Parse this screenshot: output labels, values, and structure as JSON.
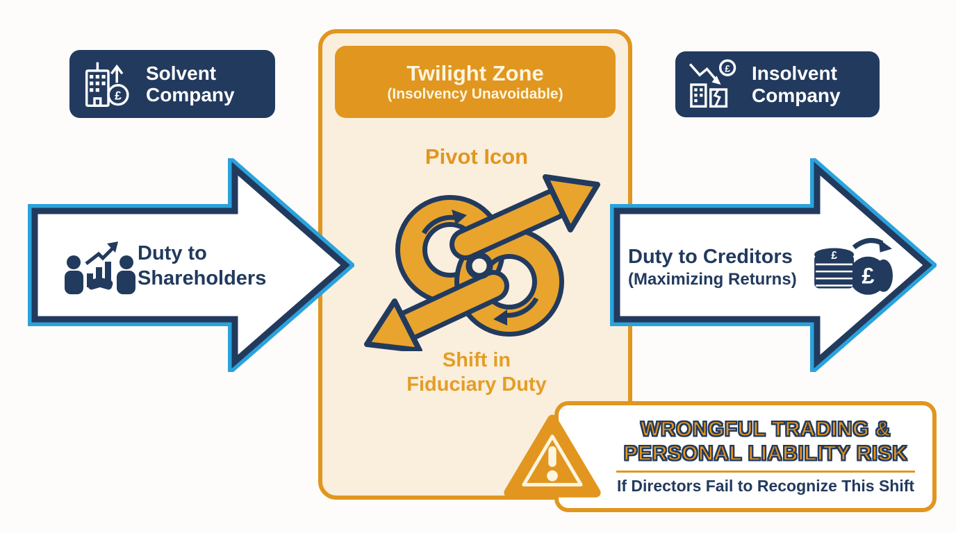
{
  "palette": {
    "navy": "#223a5e",
    "bright_blue": "#2aa3dc",
    "orange": "#e0961f",
    "gold_arrow": "#e9a42e",
    "cream": "#faeedd",
    "heading_orange": "#e8971d",
    "white": "#ffffff"
  },
  "top_badges": {
    "solvent": {
      "label": "Solvent Company",
      "icon": "solvent-building-pound-icon"
    },
    "insolvent": {
      "label": "Insolvent Company",
      "icon": "insolvent-decline-building-icon"
    }
  },
  "center_panel": {
    "header": {
      "title": "Twilight Zone",
      "subtitle": "(Insolvency Unavoidable)"
    },
    "pivot_caption": "Pivot Icon",
    "pivot_icon": "pivot-swap-arrows-icon",
    "shift_caption_line1": "Shift in",
    "shift_caption_line2": "Fiduciary Duty"
  },
  "flow_arrows": {
    "left": {
      "label_line1": "Duty to",
      "label_line2": "Shareholders",
      "icon": "shareholders-handshake-growth-icon"
    },
    "right": {
      "label": "Duty to Creditors",
      "sublabel": "(Maximizing Returns)",
      "icon": "creditors-coins-pound-icon"
    }
  },
  "warning_box": {
    "icon": "warning-triangle-icon",
    "title_line1": "WRONGFUL TRADING &",
    "title_line2": "PERSONAL LIABILITY RISK",
    "subtitle": "If Directors Fail to Recognize This Shift"
  },
  "icons": {
    "pound_symbol": "£"
  }
}
